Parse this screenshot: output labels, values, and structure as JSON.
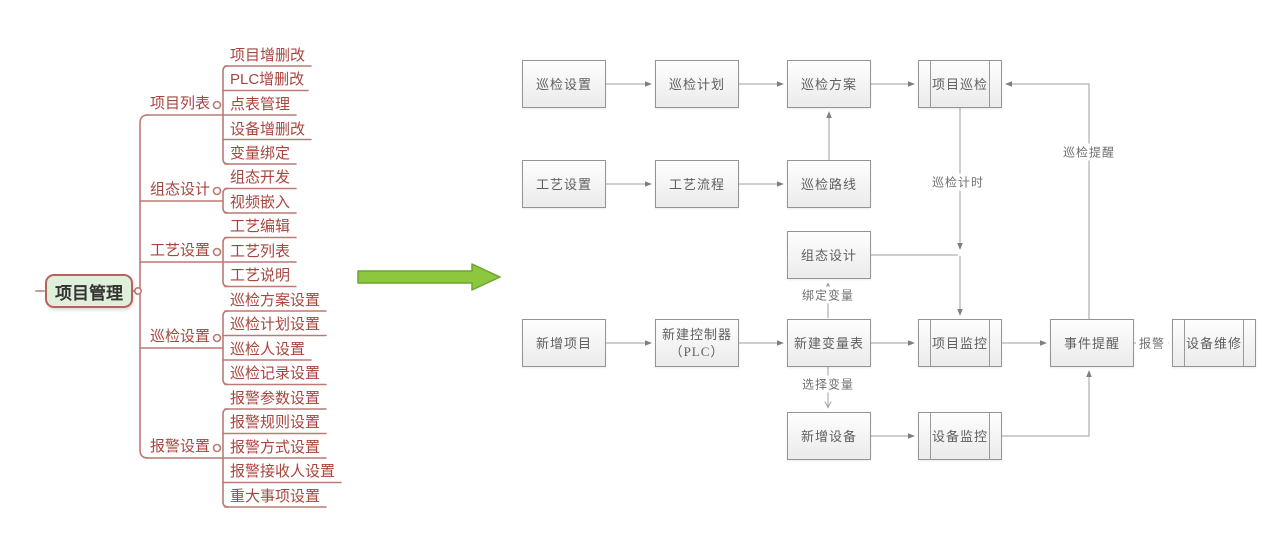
{
  "mindmap": {
    "root": {
      "label": "项目管理"
    },
    "branches": [
      {
        "label": "项目列表",
        "children": [
          "项目增删改",
          "PLC增删改",
          "点表管理",
          "设备增删改",
          "变量绑定"
        ]
      },
      {
        "label": "组态设计",
        "children": [
          "组态开发",
          "视频嵌入"
        ]
      },
      {
        "label": "工艺设置",
        "children": [
          "工艺编辑",
          "工艺列表",
          "工艺说明"
        ]
      },
      {
        "label": "巡检设置",
        "children": [
          "巡检方案设置",
          "巡检计划设置",
          "巡检人设置",
          "巡检记录设置"
        ]
      },
      {
        "label": "报警设置",
        "children": [
          "报警参数设置",
          "报警规则设置",
          "报警方式设置",
          "报警接收人设置",
          "重大事项设置"
        ]
      }
    ],
    "colors": {
      "root_bg": "#e0efd9",
      "root_border": "#b4635d",
      "line": "#ba7b75",
      "text": "#a8453e"
    }
  },
  "transform_arrow": {
    "color": "#8dc63f",
    "border": "#6aa52f"
  },
  "flowchart": {
    "colors": {
      "edge": "#9f9f9f",
      "box_border": "#949494",
      "text": "#5f5f5f"
    },
    "nodes": [
      {
        "id": "inspection-settings",
        "label": "巡检设置"
      },
      {
        "id": "inspection-plan",
        "label": "巡检计划"
      },
      {
        "id": "inspection-scheme",
        "label": "巡检方案"
      },
      {
        "id": "project-inspection",
        "label": "项目巡检"
      },
      {
        "id": "process-settings",
        "label": "工艺设置"
      },
      {
        "id": "process-flow",
        "label": "工艺流程"
      },
      {
        "id": "inspection-route",
        "label": "巡检路线"
      },
      {
        "id": "configuration-design",
        "label": "组态设计"
      },
      {
        "id": "new-project",
        "label": "新增项目"
      },
      {
        "id": "new-controller-plc",
        "label": "新建控制器",
        "label2": "（PLC）"
      },
      {
        "id": "new-variable-table",
        "label": "新建变量表"
      },
      {
        "id": "project-monitoring",
        "label": "项目监控"
      },
      {
        "id": "event-reminder",
        "label": "事件提醒"
      },
      {
        "id": "device-maintenance",
        "label": "设备维修"
      },
      {
        "id": "new-device",
        "label": "新增设备"
      },
      {
        "id": "device-monitoring",
        "label": "设备监控"
      }
    ],
    "edge_labels": {
      "insp_timing": "巡检计时",
      "insp_remind": "巡检提醒",
      "bind_var": "绑定变量",
      "select_var": "选择变量",
      "alarm": "报警"
    }
  }
}
